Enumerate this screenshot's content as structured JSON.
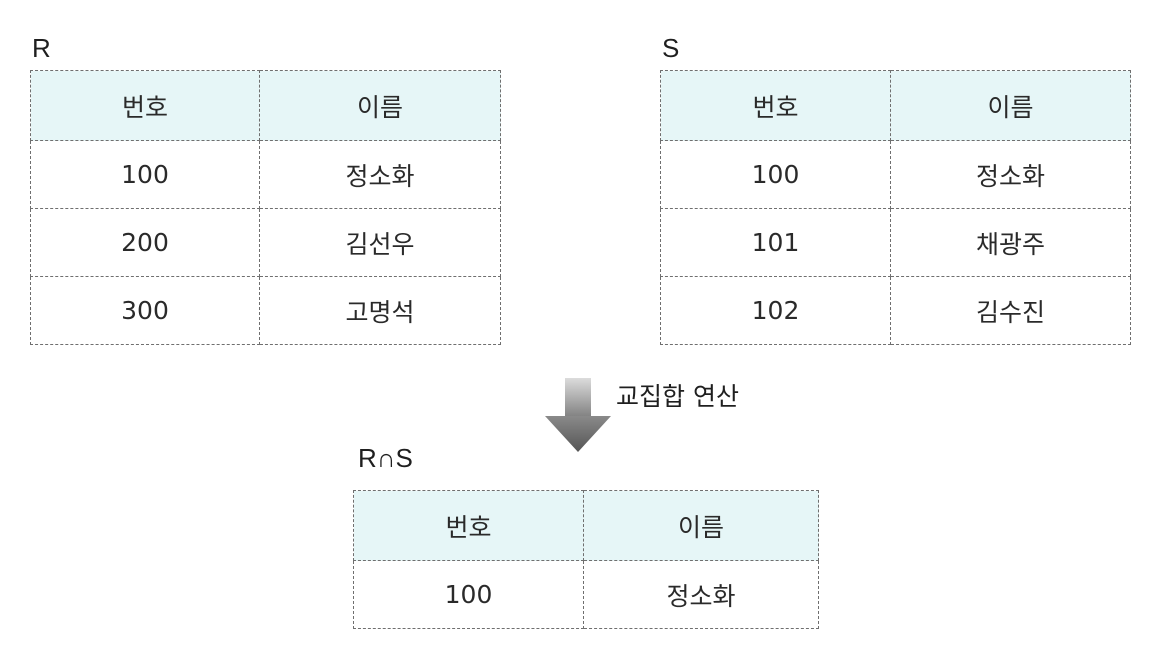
{
  "relation_r": {
    "label": "R",
    "headers": [
      "번호",
      "이름"
    ],
    "rows": [
      [
        "100",
        "정소화"
      ],
      [
        "200",
        "김선우"
      ],
      [
        "300",
        "고명석"
      ]
    ]
  },
  "relation_s": {
    "label": "S",
    "headers": [
      "번호",
      "이름"
    ],
    "rows": [
      [
        "100",
        "정소화"
      ],
      [
        "101",
        "채광주"
      ],
      [
        "102",
        "김수진"
      ]
    ]
  },
  "operation": {
    "label": "교집합 연산",
    "arrow_icon": "down-arrow-icon"
  },
  "relation_result": {
    "label": "R∩S",
    "headers": [
      "번호",
      "이름"
    ],
    "rows": [
      [
        "100",
        "정소화"
      ]
    ]
  },
  "colors": {
    "header_bg": "#e6f6f7",
    "border": "#6f6f6f",
    "arrow_light": "#d6d6d6",
    "arrow_dark": "#5a5a5a"
  }
}
